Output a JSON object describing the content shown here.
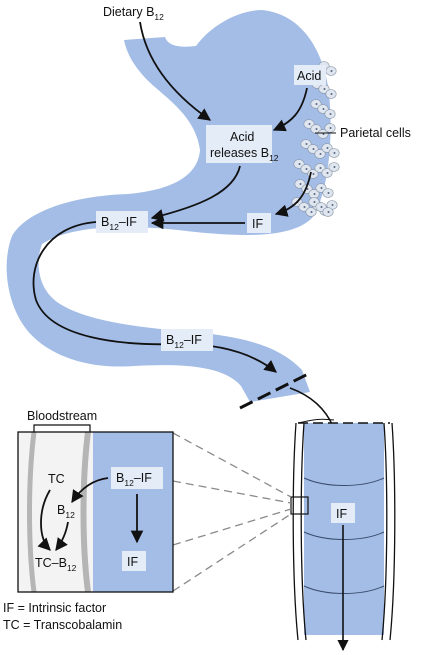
{
  "labels": {
    "dietary_b12": {
      "base": "Dietary B",
      "sub": "12"
    },
    "acid": "Acid",
    "acid_releases_line1": "Acid",
    "acid_releases_line2": {
      "base": "releases B",
      "sub": "12"
    },
    "parietal_cells": "Parietal cells",
    "if_stomach": "IF",
    "b12_if_stomach": {
      "pre": "B",
      "sub": "12",
      "post": "–IF"
    },
    "b12_if_duodenum": {
      "pre": "B",
      "sub": "12",
      "post": "–IF"
    },
    "bloodstream": "Bloodstream",
    "tc": "TC",
    "b12_blood": {
      "base": "B",
      "sub": "12"
    },
    "tc_b12": {
      "pre": "TC–B",
      "sub": "12"
    },
    "b12_if_inset": {
      "pre": "B",
      "sub": "12",
      "post": "–IF"
    },
    "if_inset": "IF",
    "if_ileum": "IF"
  },
  "legend": [
    "IF = Intrinsic factor",
    "TC = Transcobalamin"
  ],
  "colors": {
    "organ_fill": "#a4bde6",
    "box_fill": "#e4ecf7",
    "cell_fill": "#dfe6ef",
    "stroke": "#111111",
    "wall_gray": "#b5b5b5",
    "dash_gray": "#8a8a8a"
  }
}
